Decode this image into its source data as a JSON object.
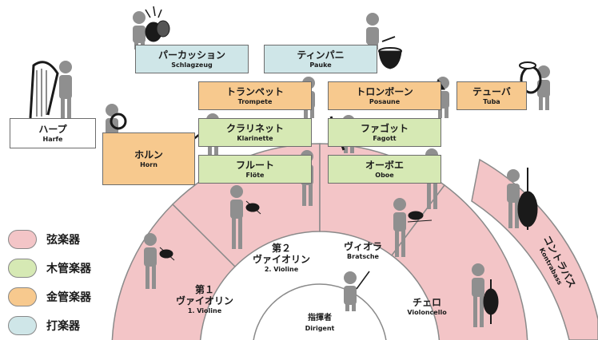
{
  "colors": {
    "strings": "#f3c5c7",
    "woodwinds": "#d6e9b4",
    "brass": "#f7c98e",
    "percussion": "#cfe6e8",
    "figure": "#8f8f8f",
    "instrument": "#1a1a1a"
  },
  "percussion_boxes": {
    "schlagzeug": {
      "jp": "パーカッション",
      "de": "Schlagzeug"
    },
    "pauke": {
      "jp": "ティンパニ",
      "de": "Pauke"
    }
  },
  "brass_boxes": {
    "trompete": {
      "jp": "トランペット",
      "de": "Trompete"
    },
    "posaune": {
      "jp": "トロンボーン",
      "de": "Posaune"
    },
    "tuba": {
      "jp": "テューバ",
      "de": "Tuba"
    },
    "horn": {
      "jp": "ホルン",
      "de": "Horn"
    }
  },
  "woodwind_boxes": {
    "klarinette": {
      "jp": "クラリネット",
      "de": "Klarinette"
    },
    "fagott": {
      "jp": "ファゴット",
      "de": "Fagott"
    },
    "floete": {
      "jp": "フルート",
      "de": "Flöte"
    },
    "oboe": {
      "jp": "オーボエ",
      "de": "Oboe"
    }
  },
  "harp_box": {
    "jp": "ハープ",
    "de": "Harfe"
  },
  "strings": {
    "violine1": {
      "jp1": "第１",
      "jp2": "ヴァイオリン",
      "de": "1. Violine"
    },
    "violine2": {
      "jp1": "第２",
      "jp2": "ヴァイオリン",
      "de": "2. Violine"
    },
    "bratsche": {
      "jp": "ヴィオラ",
      "de": "Bratsche"
    },
    "violoncello": {
      "jp": "チェロ",
      "de": "Violoncello"
    },
    "kontrabass": {
      "jp": "コントラバス",
      "de": "Kontrabass"
    }
  },
  "conductor": {
    "jp": "指揮者",
    "de": "Dirigent"
  },
  "legend": [
    {
      "label": "弦楽器",
      "color": "#f3c5c7"
    },
    {
      "label": "木管楽器",
      "color": "#d6e9b4"
    },
    {
      "label": "金管楽器",
      "color": "#f7c98e"
    },
    {
      "label": "打楽器",
      "color": "#cfe6e8"
    }
  ]
}
